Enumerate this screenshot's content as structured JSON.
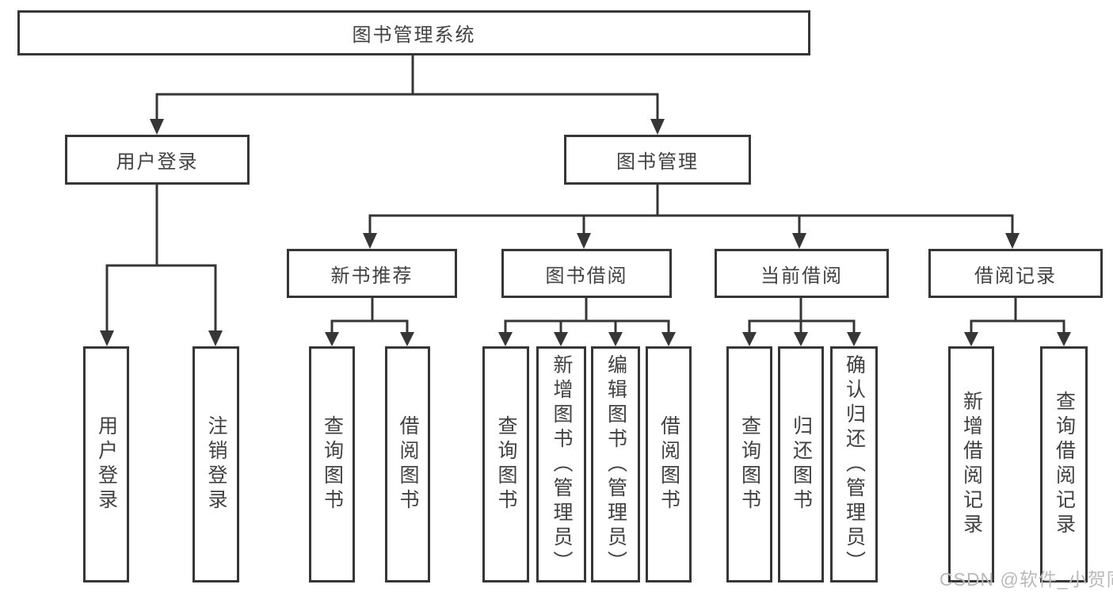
{
  "diagram_type": "hierarchy",
  "colors": {
    "line": "#363636",
    "box_border": "#363636",
    "text": "#414141",
    "background": "#ffffff",
    "watermark": "#b9b9b9"
  },
  "tree": {
    "root": {
      "label": "图书管理系统",
      "children": [
        {
          "label": "用户登录",
          "children": [
            {
              "label": "用户登录"
            },
            {
              "label": "注销登录"
            }
          ]
        },
        {
          "label": "图书管理",
          "children": [
            {
              "label": "新书推荐",
              "children": [
                {
                  "label": "查询图书"
                },
                {
                  "label": "借阅图书"
                }
              ]
            },
            {
              "label": "图书借阅",
              "children": [
                {
                  "label": "查询图书"
                },
                {
                  "label": "新增图书（管理员）"
                },
                {
                  "label": "编辑图书（管理员）"
                },
                {
                  "label": "借阅图书"
                }
              ]
            },
            {
              "label": "当前借阅",
              "children": [
                {
                  "label": "查询图书"
                },
                {
                  "label": "归还图书"
                },
                {
                  "label": "确认归还（管理员）"
                }
              ]
            },
            {
              "label": "借阅记录",
              "children": [
                {
                  "label": "新增借阅记录"
                },
                {
                  "label": "查询借阅记录"
                }
              ]
            }
          ]
        }
      ]
    }
  },
  "watermark": {
    "text": "CSDN @软件_小贺同学"
  }
}
